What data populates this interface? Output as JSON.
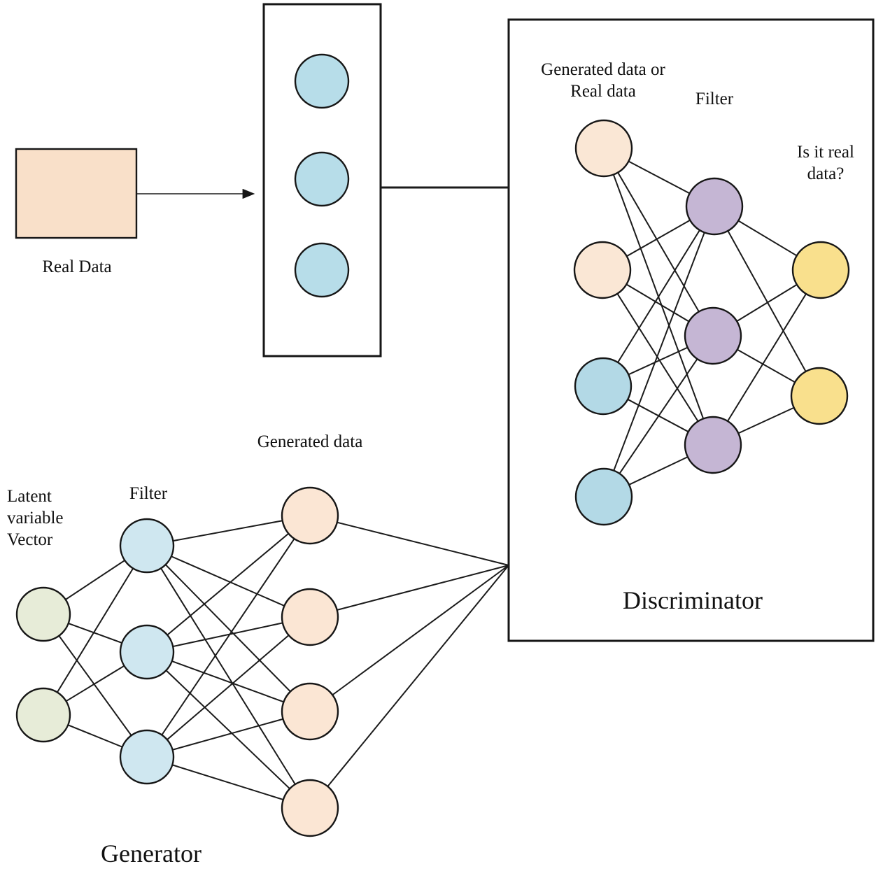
{
  "labels": {
    "real_data": "Real Data",
    "disc_input_line1": "Generated data or",
    "disc_input_line2": "Real data",
    "disc_filter": "Filter",
    "disc_output_line1": "Is it real",
    "disc_output_line2": "data?",
    "discriminator": "Discriminator",
    "generated_data": "Generated data",
    "latent_line1": "Latent",
    "latent_line2": "variable",
    "latent_line3": "Vector",
    "gen_filter": "Filter",
    "generator": "Generator"
  },
  "colors": {
    "real_data_fill": "#f9e0c9",
    "column_blue": "#b7dde9",
    "disc_peach": "#fae7d5",
    "disc_blue": "#b3d9e6",
    "disc_purple": "#c5b6d4",
    "disc_yellow": "#f9e08d",
    "gen_green": "#e7ecd8",
    "gen_blue": "#cfe7f0",
    "gen_peach": "#fbe6d4"
  },
  "structure": {
    "input_column_nodes": 3,
    "generator_layers": {
      "input": 2,
      "hidden": 3,
      "output": 4
    },
    "discriminator_layers": {
      "input": 4,
      "hidden": 3,
      "output": 2
    }
  }
}
